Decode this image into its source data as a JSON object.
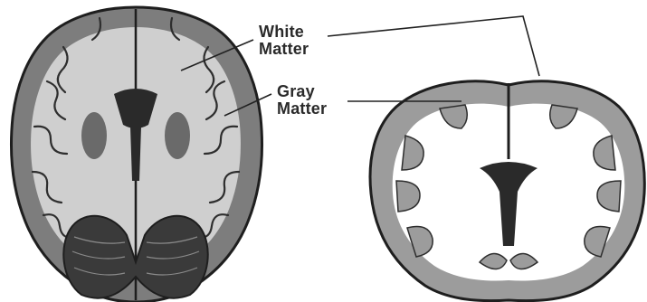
{
  "labels": {
    "white_matter": [
      "White",
      "Matter"
    ],
    "gray_matter": [
      "Gray",
      "Matter"
    ]
  },
  "colors": {
    "background": "#ffffff",
    "outline": "#1e1e1e",
    "gray_matter_left": "#7d7d7d",
    "gray_matter_right": "#9c9c9c",
    "white_matter": "#cfcfcf",
    "ventricle": "#2a2a2a",
    "leader_line": "#222222"
  },
  "figures": [
    {
      "name": "axial-brain-section",
      "view": "horizontal slice (left)"
    },
    {
      "name": "coronal-brain-section",
      "view": "coronal slice (right)"
    }
  ]
}
